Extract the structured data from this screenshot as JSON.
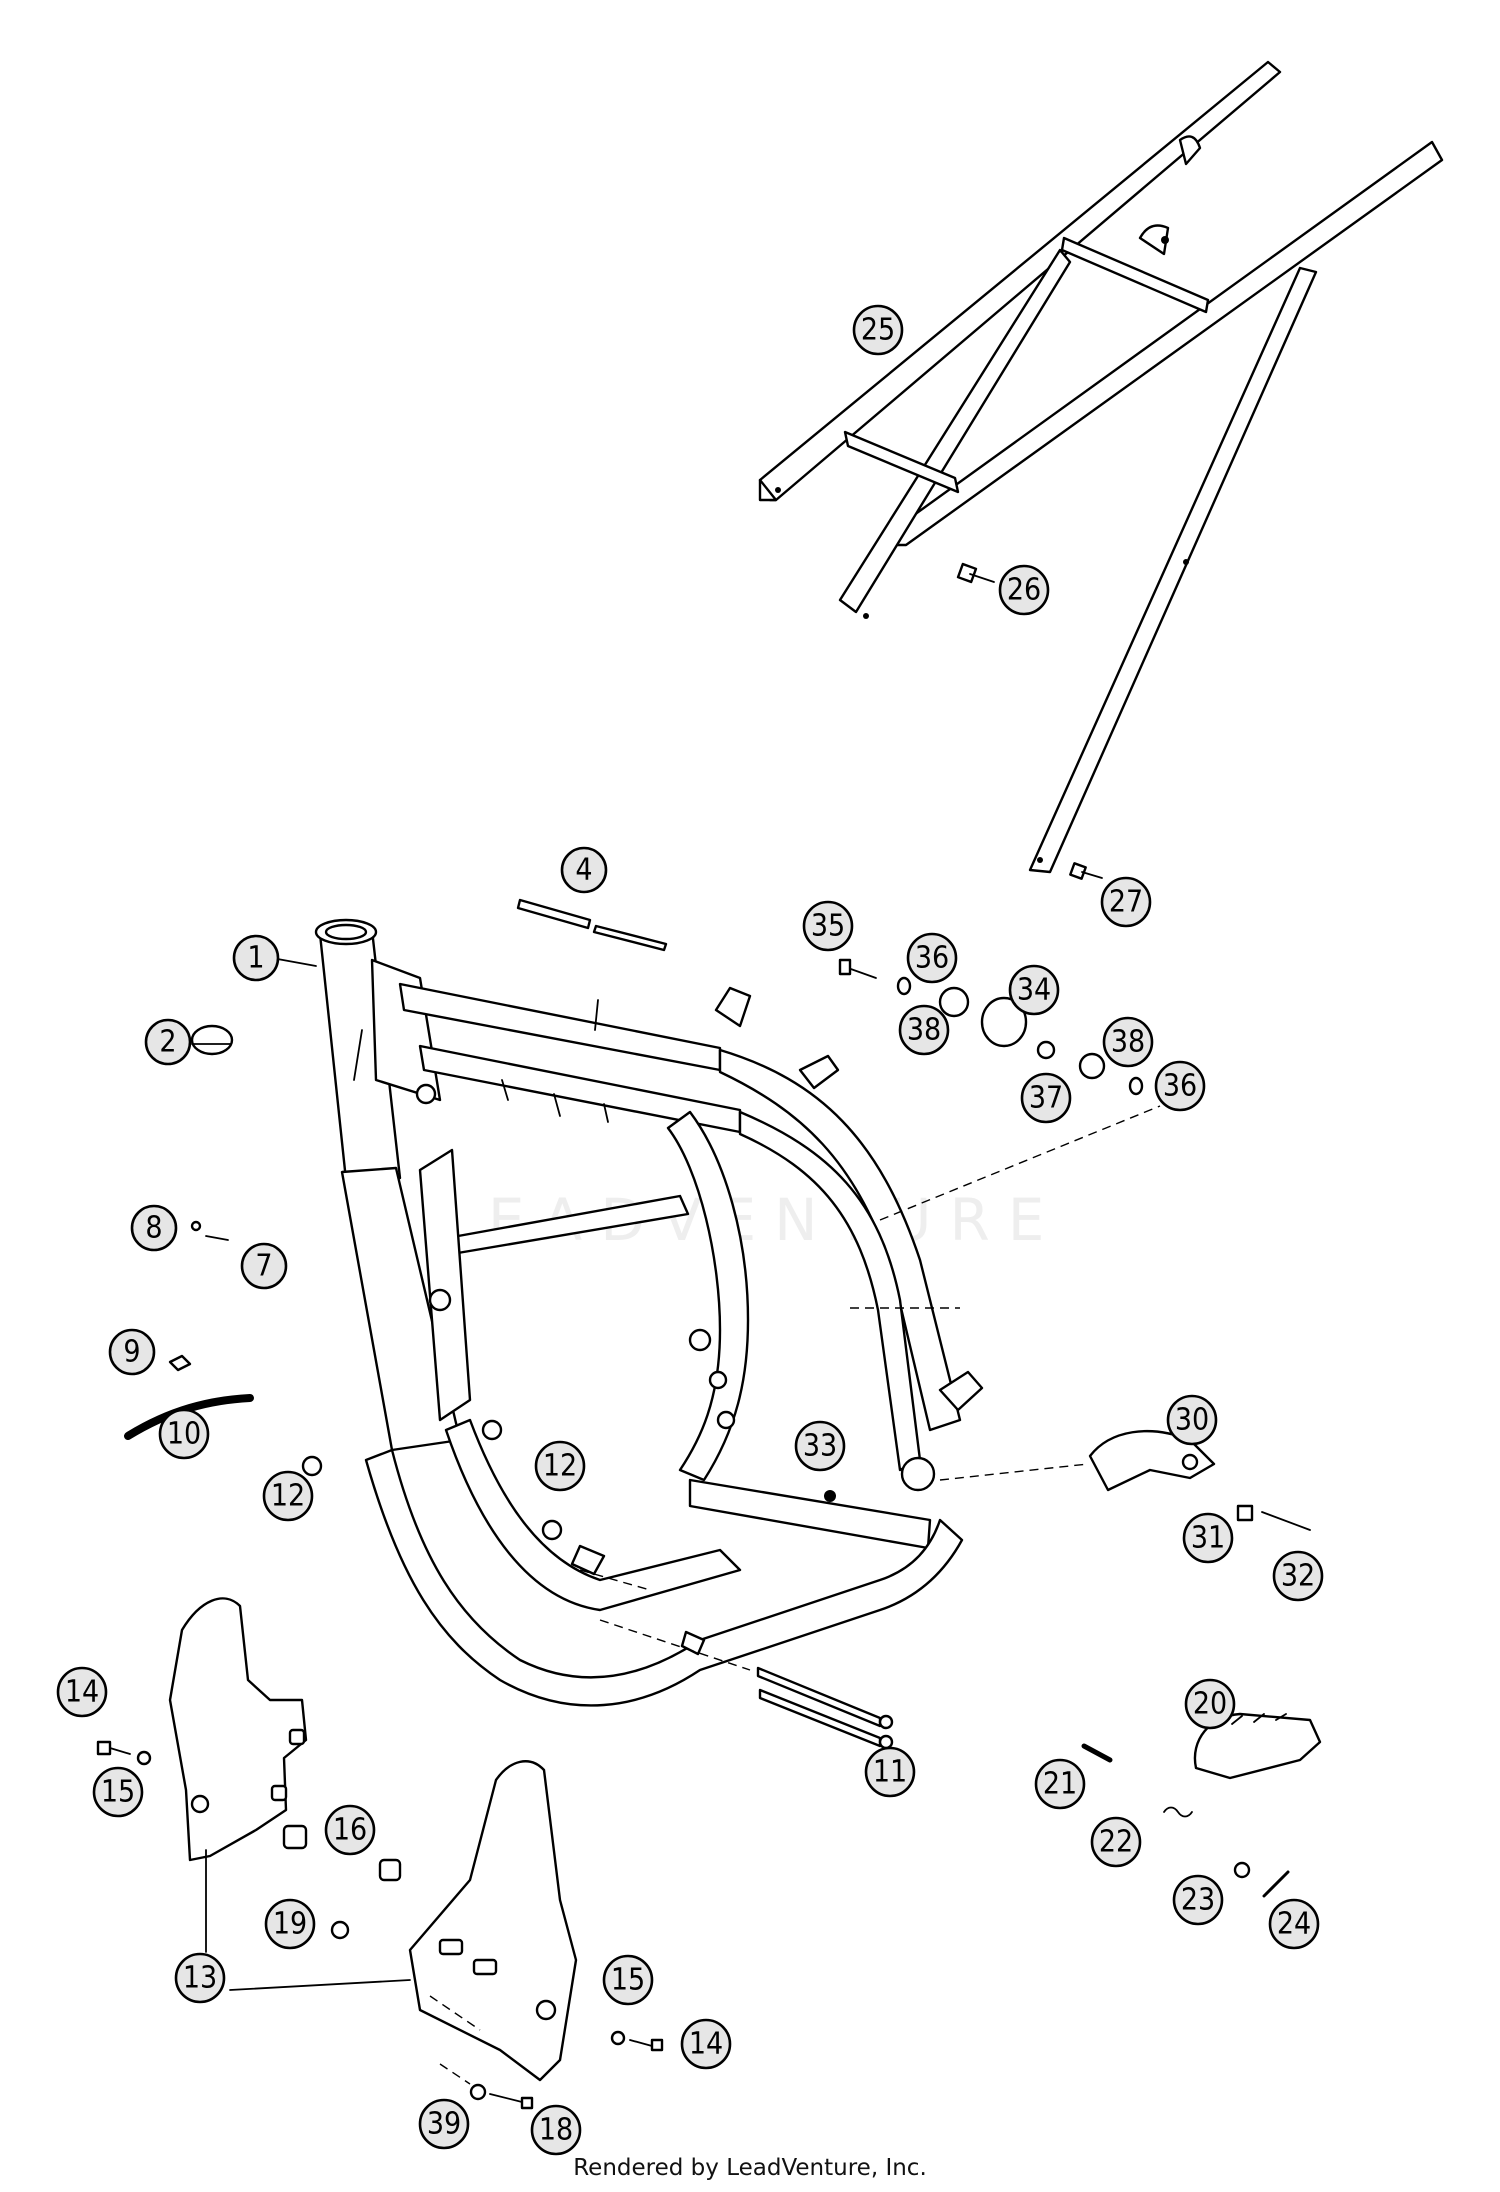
{
  "diagram": {
    "watermark": "LEADVENTURE",
    "footer": "Rendered by LeadVenture, Inc.",
    "callouts": [
      {
        "label": "1"
      },
      {
        "label": "2"
      },
      {
        "label": "4"
      },
      {
        "label": "7"
      },
      {
        "label": "8"
      },
      {
        "label": "9"
      },
      {
        "label": "10"
      },
      {
        "label": "11"
      },
      {
        "label": "12"
      },
      {
        "label": "12"
      },
      {
        "label": "13"
      },
      {
        "label": "13"
      },
      {
        "label": "14"
      },
      {
        "label": "14"
      },
      {
        "label": "15"
      },
      {
        "label": "15"
      },
      {
        "label": "16"
      },
      {
        "label": "18"
      },
      {
        "label": "19"
      },
      {
        "label": "20"
      },
      {
        "label": "21"
      },
      {
        "label": "22"
      },
      {
        "label": "23"
      },
      {
        "label": "24"
      },
      {
        "label": "25"
      },
      {
        "label": "26"
      },
      {
        "label": "27"
      },
      {
        "label": "30"
      },
      {
        "label": "31"
      },
      {
        "label": "32"
      },
      {
        "label": "33"
      },
      {
        "label": "34"
      },
      {
        "label": "35"
      },
      {
        "label": "36"
      },
      {
        "label": "36"
      },
      {
        "label": "37"
      },
      {
        "label": "38"
      },
      {
        "label": "38"
      },
      {
        "label": "39"
      }
    ]
  }
}
